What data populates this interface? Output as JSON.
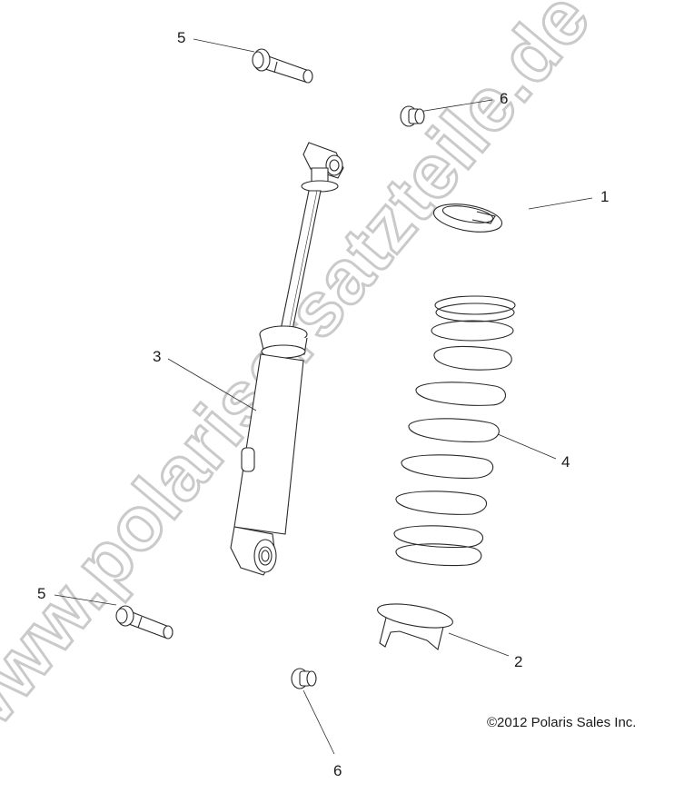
{
  "diagram": {
    "title": "Shock absorber and spring assembly exploded view",
    "callouts": [
      {
        "id": "c1",
        "number": "1",
        "part": "spring retainer (upper)"
      },
      {
        "id": "c2",
        "number": "2",
        "part": "spring retainer (lower)"
      },
      {
        "id": "c3",
        "number": "3",
        "part": "shock absorber"
      },
      {
        "id": "c4",
        "number": "4",
        "part": "coil spring"
      },
      {
        "id": "c5a",
        "number": "5",
        "part": "bolt (upper)"
      },
      {
        "id": "c5b",
        "number": "5",
        "part": "bolt (lower)"
      },
      {
        "id": "c6a",
        "number": "6",
        "part": "nut (upper)"
      },
      {
        "id": "c6b",
        "number": "6",
        "part": "nut (lower)"
      }
    ],
    "copyright": "©2012 Polaris Sales Inc.",
    "watermark": "www.polarisersatzteile.de"
  },
  "colors": {
    "line": "#2a2a2a",
    "watermark": "#c8c8c8",
    "background": "#ffffff"
  }
}
